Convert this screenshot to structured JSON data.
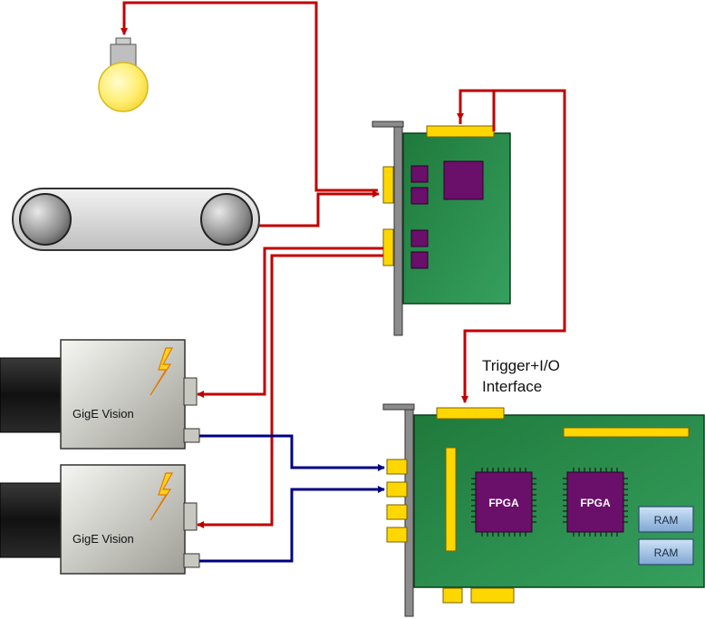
{
  "labels": {
    "trigger_line1": "Trigger+I/O",
    "trigger_line2": "Interface",
    "camera_top": "GigE Vision",
    "camera_bottom": "GigE Vision",
    "fpga_left": "FPGA",
    "fpga_right": "FPGA",
    "ram_top": "RAM",
    "ram_bottom": "RAM"
  },
  "colors": {
    "trigger_wire": "#c00000",
    "data_wire": "#000080",
    "board_green": "#2a8a4a",
    "connector_yellow": "#ffd700",
    "chip_purple": "#6a0f6a",
    "bracket_gray": "#8c8c8c"
  }
}
